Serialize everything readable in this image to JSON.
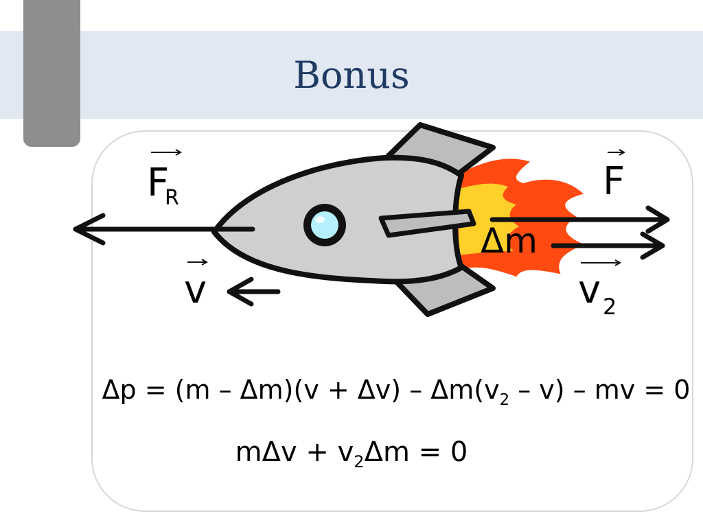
{
  "slide": {
    "title": "Bonus"
  },
  "diagram": {
    "labels": {
      "resistive_force": "F",
      "resistive_force_subscript": "R",
      "thrust_force": "F",
      "rocket_velocity": "v",
      "exhaust_velocity": "v",
      "exhaust_velocity_subscript": "2",
      "ejected_mass": "Δm"
    },
    "colors": {
      "rocket_body": "#cfcfcf",
      "fin": "#bdbdbd",
      "window": "#b6f0ff",
      "flame_outer": "#ff4a12",
      "flame_inner": "#ffcf2a"
    }
  },
  "equations": {
    "eq1_a": "Δp = (m – Δm)(v + Δv) – Δm(v",
    "eq1_sub": "2",
    "eq1_b": " – v) – mv = 0",
    "eq2_a": "mΔv + v",
    "eq2_sub": "2",
    "eq2_b": "Δm = 0"
  }
}
